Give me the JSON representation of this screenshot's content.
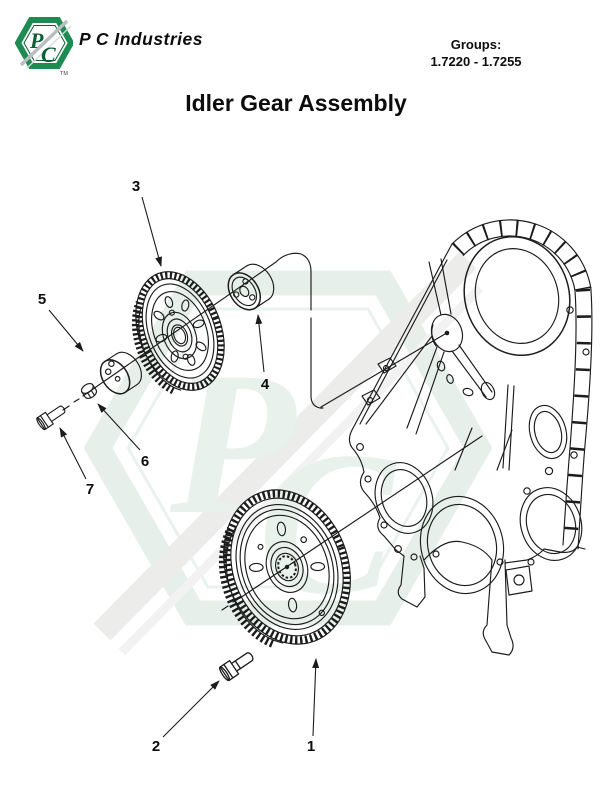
{
  "header": {
    "brand": "P C Industries",
    "logo": {
      "letter_p": "P",
      "letter_c": "C",
      "trademark": "TM"
    },
    "groups_label": "Groups:",
    "groups_range": "1.7220 - 1.7255"
  },
  "page": {
    "title": "Idler Gear Assembly"
  },
  "diagram": {
    "type": "exploded-parts-illustration",
    "callouts": [
      "1",
      "2",
      "3",
      "4",
      "5",
      "6",
      "7"
    ]
  },
  "colors": {
    "line_black": "#1c1c1c",
    "brand_green": "#1e8c52",
    "brand_green_dark": "#0b5e35",
    "slash_gray": "#b9bec0",
    "watermark_green": "#e6efe9",
    "watermark_gray": "#ececeb"
  }
}
